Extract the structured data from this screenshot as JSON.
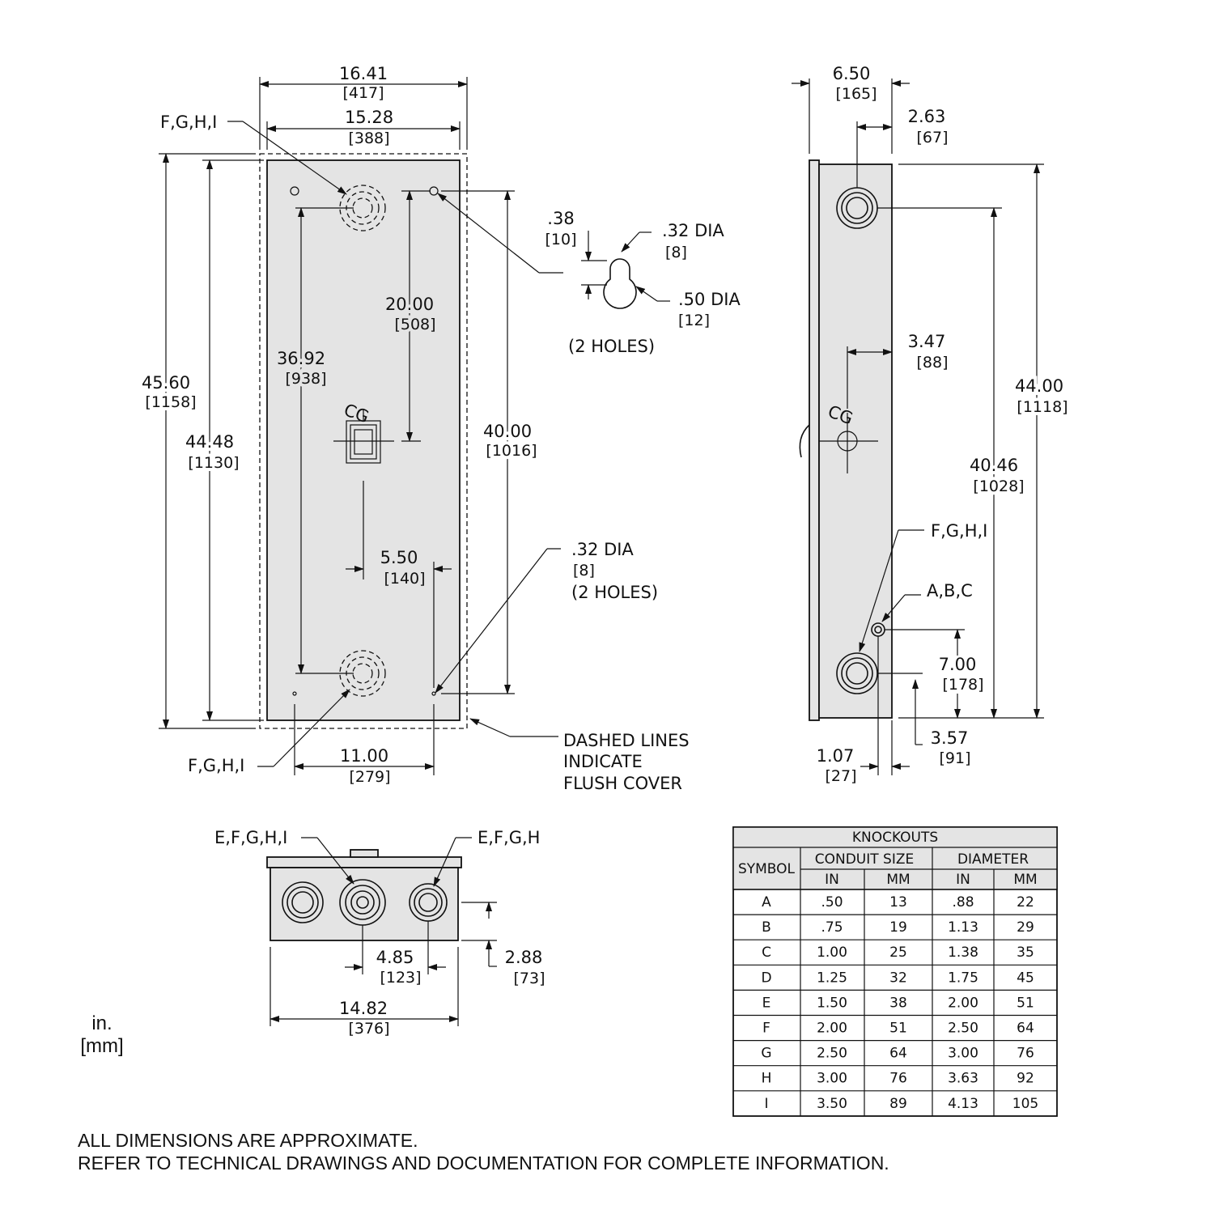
{
  "front_view": {
    "width_overall": "16.41",
    "width_overall_mm": "[417]",
    "width_box": "15.28",
    "width_box_mm": "[388]",
    "height_overall": "45.60",
    "height_overall_mm": "[1158]",
    "height_box": "44.48",
    "height_box_mm": "[1130]",
    "ko_spacing": "36.92",
    "ko_spacing_mm": "[938]",
    "top_to_center": "20.00",
    "top_to_center_mm": "[508]",
    "hole_spacing": "40.00",
    "hole_spacing_mm": "[1016]",
    "center_offset": "5.50",
    "center_offset_mm": "[140]",
    "bottom_spacing": "11.00",
    "bottom_spacing_mm": "[279]",
    "callout_top": "F,G,H,I",
    "callout_bottom": "F,G,H,I",
    "cg_label": "CG",
    "bottom_hole_dia": ".32  DIA",
    "bottom_hole_dia_mm": "[8]",
    "bottom_hole_count": "(2  HOLES)",
    "note_line1": "DASHED  LINES",
    "note_line2": "INDICATE",
    "note_line3": "FLUSH  COVER"
  },
  "keyhole": {
    "slot": ".38",
    "slot_mm": "[10]",
    "small_dia": ".32  DIA",
    "small_dia_mm": "[8]",
    "large_dia": ".50  DIA",
    "large_dia_mm": "[12]",
    "count": "(2  HOLES)"
  },
  "side_view": {
    "depth": "6.50",
    "depth_mm": "[165]",
    "ko_offset": "2.63",
    "ko_offset_mm": "[67]",
    "cg_depth": "3.47",
    "cg_depth_mm": "[88]",
    "height": "44.00",
    "height_mm": "[1118]",
    "ko_spacing": "40.46",
    "ko_spacing_mm": "[1028]",
    "small_ko_height": "7.00",
    "small_ko_height_mm": "[178]",
    "bottom_ko_height": "3.57",
    "bottom_ko_height_mm": "[91]",
    "small_ko_offset": "1.07",
    "small_ko_offset_mm": "[27]",
    "callout_large": "F,G,H,I",
    "callout_small": "A,B,C",
    "cg_label": "CG"
  },
  "bottom_view": {
    "callout_left": "E,F,G,H,I",
    "callout_right": "E,F,G,H",
    "ko_spacing": "4.85",
    "ko_spacing_mm": "[123]",
    "ko_height": "2.88",
    "ko_height_mm": "[73]",
    "width": "14.82",
    "width_mm": "[376]"
  },
  "units": {
    "inch": "in.",
    "mm": "[mm]"
  },
  "knockouts_table": {
    "title": "KNOCKOUTS",
    "symbol_header": "SYMBOL",
    "conduit_header": "CONDUIT  SIZE",
    "diameter_header": "DIAMETER",
    "sub_headers": [
      "IN",
      "MM",
      "IN",
      "MM"
    ],
    "rows": [
      {
        "symbol": "A",
        "conduit_in": ".50",
        "conduit_mm": "13",
        "dia_in": ".88",
        "dia_mm": "22"
      },
      {
        "symbol": "B",
        "conduit_in": ".75",
        "conduit_mm": "19",
        "dia_in": "1.13",
        "dia_mm": "29"
      },
      {
        "symbol": "C",
        "conduit_in": "1.00",
        "conduit_mm": "25",
        "dia_in": "1.38",
        "dia_mm": "35"
      },
      {
        "symbol": "D",
        "conduit_in": "1.25",
        "conduit_mm": "32",
        "dia_in": "1.75",
        "dia_mm": "45"
      },
      {
        "symbol": "E",
        "conduit_in": "1.50",
        "conduit_mm": "38",
        "dia_in": "2.00",
        "dia_mm": "51"
      },
      {
        "symbol": "F",
        "conduit_in": "2.00",
        "conduit_mm": "51",
        "dia_in": "2.50",
        "dia_mm": "64"
      },
      {
        "symbol": "G",
        "conduit_in": "2.50",
        "conduit_mm": "64",
        "dia_in": "3.00",
        "dia_mm": "76"
      },
      {
        "symbol": "H",
        "conduit_in": "3.00",
        "conduit_mm": "76",
        "dia_in": "3.63",
        "dia_mm": "92"
      },
      {
        "symbol": "I",
        "conduit_in": "3.50",
        "conduit_mm": "89",
        "dia_in": "4.13",
        "dia_mm": "105"
      }
    ]
  },
  "notes": {
    "line1": "ALL DIMENSIONS ARE APPROXIMATE.",
    "line2": "REFER TO TECHNICAL DRAWINGS AND DOCUMENTATION FOR COMPLETE INFORMATION."
  }
}
